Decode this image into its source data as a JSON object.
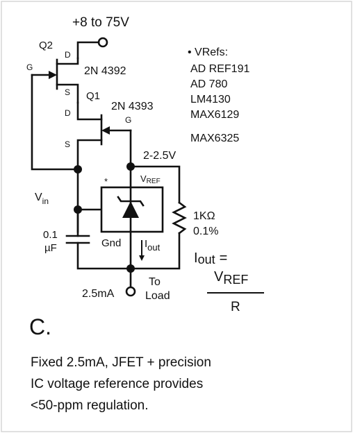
{
  "supply": {
    "label": "+8 to 75V"
  },
  "transistors": {
    "q2": {
      "designator": "Q2",
      "part": "2N 4392",
      "pin_d": "D",
      "pin_g": "G",
      "pin_s": "S"
    },
    "q1": {
      "designator": "Q1",
      "part": "2N 4393",
      "pin_d": "D",
      "pin_g": "G",
      "pin_s": "S"
    }
  },
  "vrefs": {
    "heading": "• VRefs:",
    "parts": [
      "AD REF191",
      "AD 780",
      "LM4130",
      "MAX6129",
      "MAX6325"
    ]
  },
  "nodes": {
    "vref_voltage": "2-2.5V",
    "vref": "V",
    "vref_sub": "REF",
    "vin": "V",
    "vin_sub": "in",
    "ref_marker": "*"
  },
  "ic": {
    "gnd_label": "Gnd",
    "iout": "I",
    "iout_sub": "out"
  },
  "capacitor": {
    "value_1": "0.1",
    "value_2": "µF"
  },
  "resistor": {
    "value": "1KΩ",
    "tolerance": "0.1%"
  },
  "formula": {
    "lhs": "I",
    "lhs_sub": "out",
    "equals": "=",
    "numerator": "V",
    "numerator_sub": "REF",
    "denominator": "R"
  },
  "output": {
    "current": "2.5mA",
    "load_line1": "To",
    "load_line2": "Load"
  },
  "figure_label": "C.",
  "caption": [
    "Fixed 2.5mA, JFET + precision",
    "IC voltage reference provides",
    "<50-ppm regulation."
  ]
}
